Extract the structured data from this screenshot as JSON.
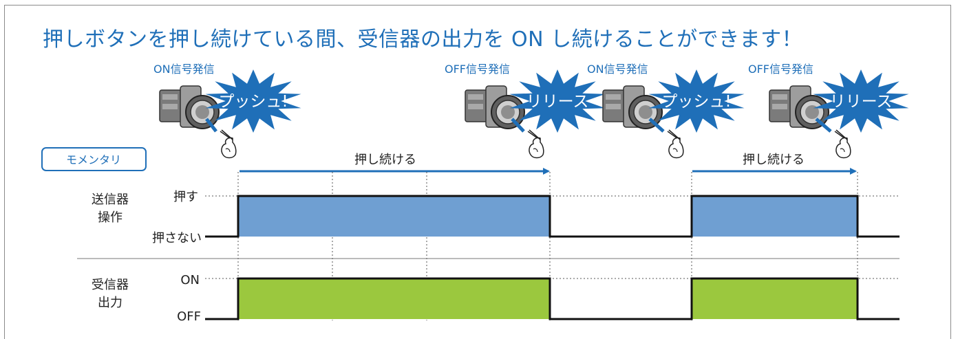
{
  "title": "押しボタンを押し続けている間、受信器の出力を ON し続けることができます！",
  "events": [
    {
      "caption": "ON信号発信",
      "burst": "プッシュ!"
    },
    {
      "caption": "OFF信号発信",
      "burst": "リリース"
    },
    {
      "caption": "ON信号発信",
      "burst": "プッシュ!"
    },
    {
      "caption": "OFF信号発信",
      "burst": "リリース"
    }
  ],
  "mode_label": "モメンタリ",
  "hold_labels": [
    "押し続ける",
    "押し続ける"
  ],
  "rows": [
    {
      "name": "送信器\n操作",
      "name_lines": [
        "送信器",
        "操作"
      ],
      "high_label": "押す",
      "low_label": "押さない",
      "color": "#6f9fd2"
    },
    {
      "name": "受信器\n出力",
      "name_lines": [
        "受信器",
        "出力"
      ],
      "high_label": "ON",
      "low_label": "OFF",
      "color": "#9bc83e"
    }
  ],
  "colors": {
    "accent": "#1f6fb8",
    "burst": "#1f6fb8",
    "transmitter_fill": "#6f9fd2",
    "receiver_fill": "#9bc83e"
  },
  "icons": [
    "push-button-switch-icon",
    "pointing-finger-icon",
    "starburst-icon"
  ]
}
